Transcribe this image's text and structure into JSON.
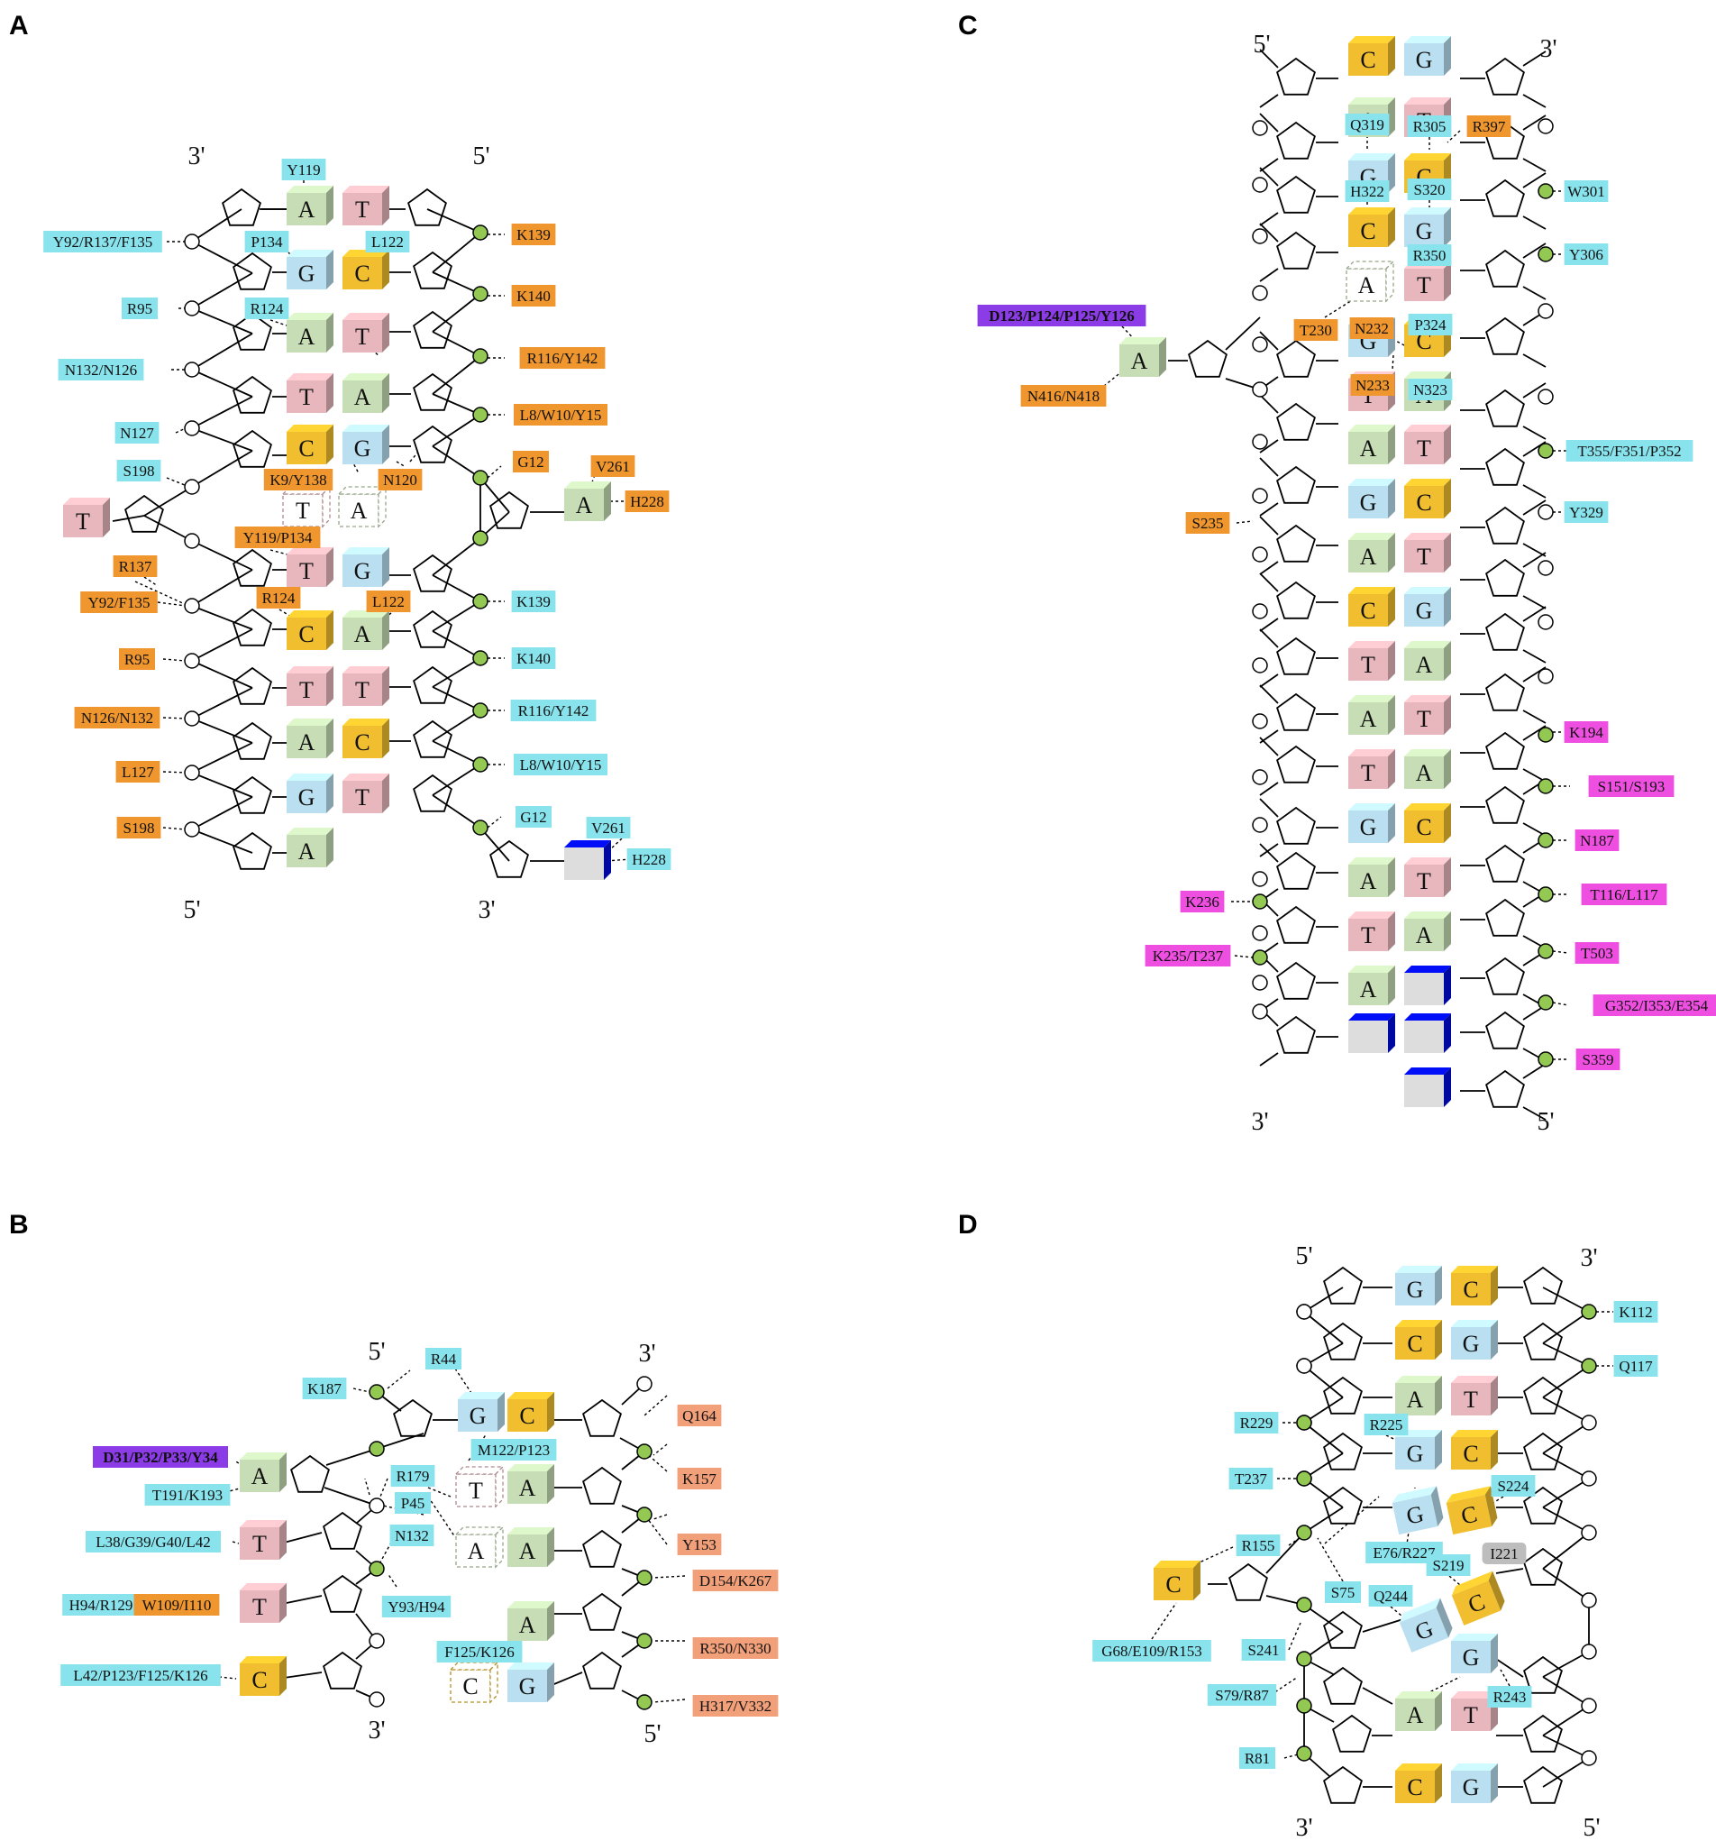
{
  "colors": {
    "A": "#c7ddb5",
    "T": "#e7b7bd",
    "G": "#b9dff0",
    "C": "#f0be2e",
    "cyan": "#88e3ec",
    "orange": "#f0962e",
    "salmon": "#f2a07a",
    "magenta": "#ef4fe0",
    "purple": "#8b3ce6",
    "gray": "#bdbdbd",
    "site_green": "#93c853"
  },
  "panels": [
    {
      "letter": "A",
      "ends": [
        "3'",
        "5'",
        "5'",
        "3'"
      ],
      "bases": [
        "A",
        "T",
        "G",
        "C",
        "A",
        "T",
        "T",
        "A",
        "C",
        "G",
        "T",
        "T",
        "A",
        "A",
        "T",
        "G",
        "C",
        "A",
        "T",
        "T",
        "A",
        "C",
        "G",
        "T",
        "A"
      ],
      "labels": [
        "Y119",
        "Y92/R137/F135",
        "P134",
        "L122",
        "K139",
        "R95",
        "R124",
        "K140",
        "N132/N126",
        "R116/Y142",
        "N127",
        "L8/W10/Y15",
        "S198",
        "K9/Y138",
        "N120",
        "G12",
        "V261",
        "H228",
        "Y119/P134",
        "R137",
        "Y92/F135",
        "R124",
        "L122",
        "K139",
        "R95",
        "K140",
        "N126/N132",
        "R116/Y142",
        "L127",
        "L8/W10/Y15",
        "S198",
        "G12",
        "V261",
        "H228"
      ]
    },
    {
      "letter": "B",
      "ends": [
        "5'",
        "3'",
        "3'",
        "5'"
      ],
      "bases": [
        "G",
        "C",
        "A",
        "T",
        "A",
        "T",
        "A",
        "A",
        "T",
        "C",
        "A",
        "C",
        "G"
      ],
      "labels": [
        "R44",
        "K187",
        "Q164",
        "M122/P123",
        "D31/P32/P33/Y34",
        "R179",
        "K157",
        "T191/K193",
        "P45",
        "N132",
        "Y153",
        "L38/G39/G40/L42",
        "D154/K267",
        "H94/R129",
        "W109/I110",
        "Y93/H94",
        "R350/N330",
        "F125/K126",
        "L42/P123/F125/K126",
        "H317/V332"
      ]
    },
    {
      "letter": "C",
      "ends": [
        "5'",
        "3'",
        "3'",
        "5'"
      ],
      "bases": [
        "C",
        "G",
        "A",
        "T",
        "G",
        "C",
        "C",
        "G",
        "A",
        "A",
        "T",
        "G",
        "C",
        "T",
        "A",
        "A",
        "T",
        "G",
        "C",
        "A",
        "T",
        "C",
        "G",
        "T",
        "A",
        "A",
        "T",
        "T",
        "A",
        "G",
        "C",
        "A",
        "T",
        "T",
        "A",
        "A"
      ],
      "labels": [
        "Q319",
        "R305",
        "R397",
        "H322",
        "S320",
        "W301",
        "R350",
        "Y306",
        "D123/P124/P125/Y126",
        "T230",
        "N232",
        "P324",
        "N416/N418",
        "N233",
        "N323",
        "T355/F351/P352",
        "S235",
        "Y329",
        "K194",
        "S151/S193",
        "N187",
        "K236",
        "T116/L117",
        "K235/T237",
        "T503",
        "G352/I353/E354",
        "S359"
      ]
    },
    {
      "letter": "D",
      "ends": [
        "5'",
        "3'",
        "3'",
        "5'"
      ],
      "bases": [
        "G",
        "C",
        "C",
        "G",
        "A",
        "T",
        "G",
        "C",
        "G",
        "C",
        "C",
        "G",
        "C",
        "G",
        "A",
        "T",
        "C",
        "G"
      ],
      "labels": [
        "K112",
        "Q117",
        "R229",
        "R225",
        "T237",
        "S224",
        "R155",
        "E76/R227",
        "I221",
        "S219",
        "S75",
        "Q244",
        "G68/E109/R153",
        "S241",
        "S79/R87",
        "R243",
        "R81"
      ]
    }
  ]
}
